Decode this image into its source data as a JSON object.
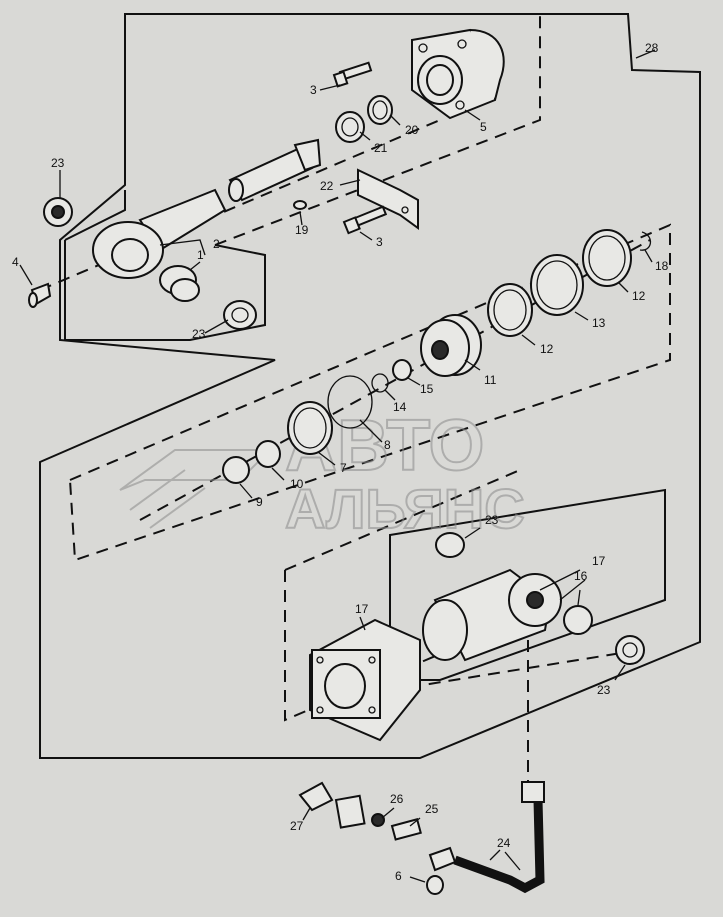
{
  "labels": {
    "l1": "1",
    "l2": "2",
    "l3a": "3",
    "l3b": "3",
    "l4": "4",
    "l5": "5",
    "l6": "6",
    "l7": "7",
    "l8": "8",
    "l9": "9",
    "l10": "10",
    "l11": "11",
    "l12a": "12",
    "l12b": "12",
    "l13": "13",
    "l14": "14",
    "l15": "15",
    "l16": "16",
    "l17a": "17",
    "l17b": "17",
    "l18": "18",
    "l19": "19",
    "l20": "20",
    "l21": "21",
    "l22": "22",
    "l23a": "23",
    "l23b": "23",
    "l23c": "23",
    "l23d": "23",
    "l24": "24",
    "l25": "25",
    "l26": "26",
    "l27": "27",
    "l28": "28"
  },
  "watermark": {
    "line1": "АВТО",
    "line2": "АЛЬЯНС"
  }
}
